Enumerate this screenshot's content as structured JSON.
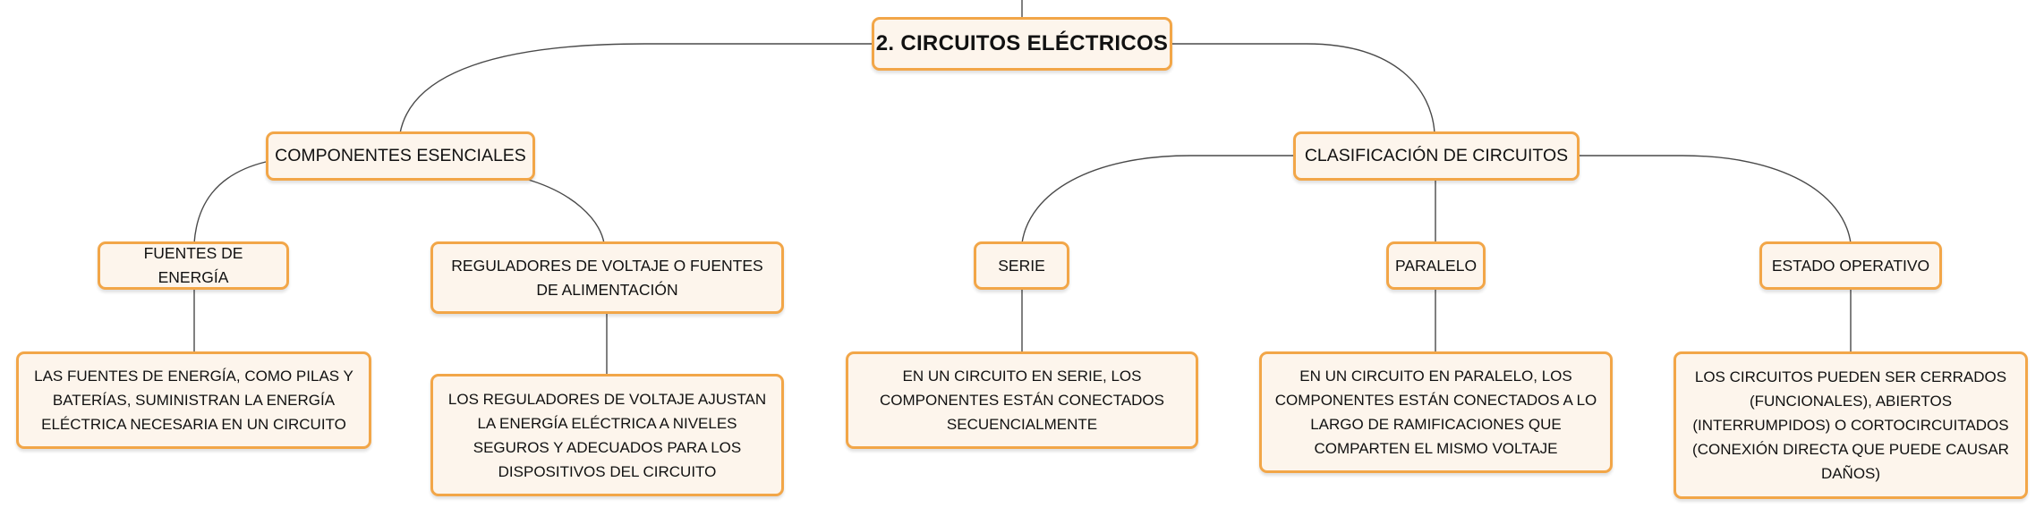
{
  "mindmap": {
    "root": {
      "label": "2. CIRCUITOS ELÉCTRICOS"
    },
    "components": {
      "label": "COMPONENTES ESENCIALES",
      "energy_sources": {
        "label": "FUENTES DE ENERGÍA",
        "description": "LAS FUENTES DE ENERGÍA, COMO PILAS Y BATERÍAS, SUMINISTRAN LA ENERGÍA ELÉCTRICA NECESARIA EN UN CIRCUITO"
      },
      "regulators": {
        "label": "REGULADORES DE VOLTAJE O FUENTES DE ALIMENTACIÓN",
        "description": "LOS REGULADORES DE VOLTAJE AJUSTAN LA ENERGÍA ELÉCTRICA A NIVELES SEGUROS Y ADECUADOS PARA LOS DISPOSITIVOS DEL CIRCUITO"
      }
    },
    "classification": {
      "label": "CLASIFICACIÓN DE CIRCUITOS",
      "series": {
        "label": "SERIE",
        "description": "EN UN CIRCUITO EN SERIE, LOS COMPONENTES ESTÁN CONECTADOS SECUENCIALMENTE"
      },
      "parallel": {
        "label": "PARALELO",
        "description": "EN UN CIRCUITO EN PARALELO, LOS COMPONENTES ESTÁN CONECTADOS A LO LARGO DE RAMIFICACIONES QUE COMPARTEN EL MISMO VOLTAJE"
      },
      "operational_state": {
        "label": "ESTADO OPERATIVO",
        "description": "LOS CIRCUITOS PUEDEN SER CERRADOS (FUNCIONALES), ABIERTOS (INTERRUMPIDOS) O CORTOCIRCUITADOS (CONEXIÓN DIRECTA QUE PUEDE CAUSAR DAÑOS)"
      }
    }
  },
  "colors": {
    "node_border": "#f2a648",
    "node_fill": "#fdf5ec",
    "connector": "#4a4a4a"
  }
}
